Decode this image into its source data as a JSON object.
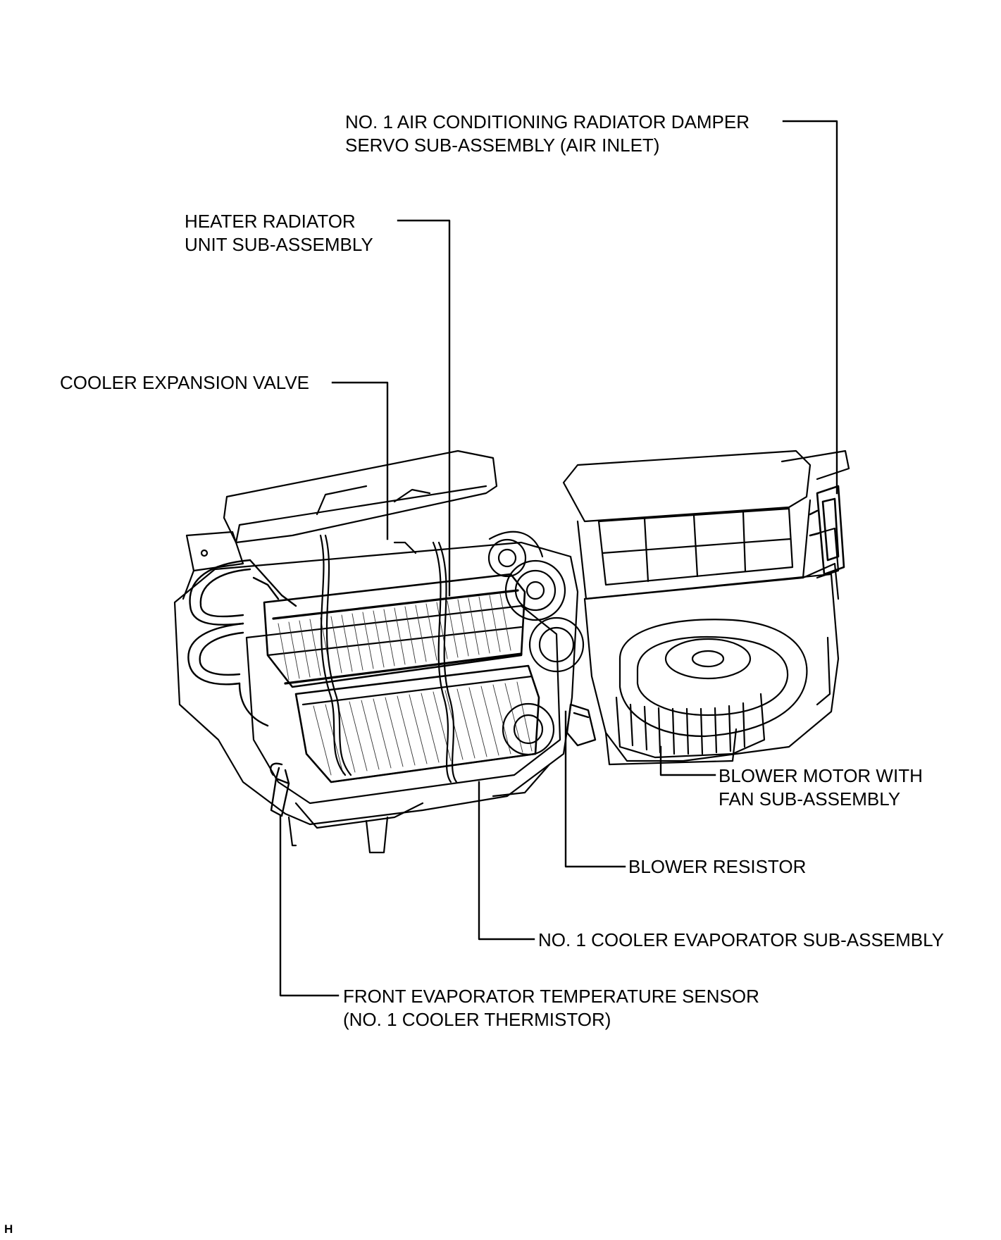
{
  "labels": {
    "air_inlet_servo": [
      "NO. 1 AIR CONDITIONING RADIATOR DAMPER",
      "SERVO SUB-ASSEMBLY (AIR INLET)"
    ],
    "heater_radiator": [
      "HEATER RADIATOR",
      "UNIT SUB-ASSEMBLY"
    ],
    "expansion_valve": [
      "COOLER EXPANSION VALVE"
    ],
    "blower_motor": [
      "BLOWER MOTOR WITH",
      "FAN SUB-ASSEMBLY"
    ],
    "blower_resistor": [
      "BLOWER RESISTOR"
    ],
    "evaporator": [
      "NO. 1 COOLER EVAPORATOR SUB-ASSEMBLY"
    ],
    "temp_sensor": [
      "FRONT EVAPORATOR TEMPERATURE SENSOR",
      "(NO. 1 COOLER THERMISTOR)"
    ]
  },
  "figure_code": "H"
}
